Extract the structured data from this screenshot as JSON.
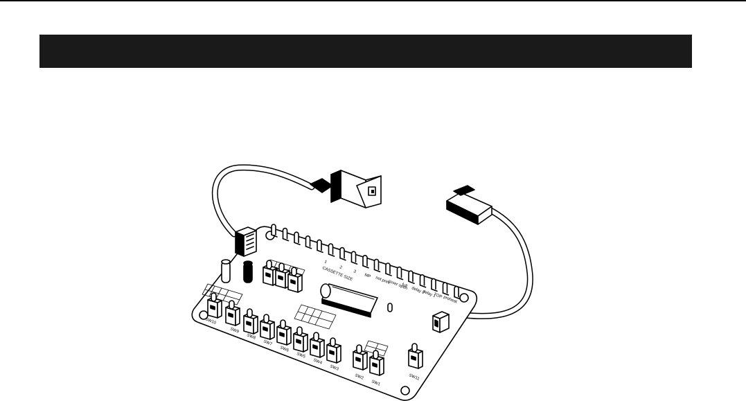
{
  "header": {
    "title": ""
  },
  "board": {
    "led_labels": [
      "1",
      "2",
      "3",
      "MP",
      "not print",
      "cover open",
      "full",
      "delay 2",
      "delay 1",
      "TOP",
      "preheat"
    ],
    "group_label": "CASSETTE SIZE",
    "switch_labels": [
      "SW10",
      "SW9",
      "SW8",
      "SW7",
      "SW6",
      "SW5",
      "SW4",
      "SW3",
      "SW2",
      "SW1",
      "SW11"
    ]
  },
  "colors": {
    "band": "#1a1a1a",
    "ink": "#000000",
    "paper": "#ffffff"
  }
}
